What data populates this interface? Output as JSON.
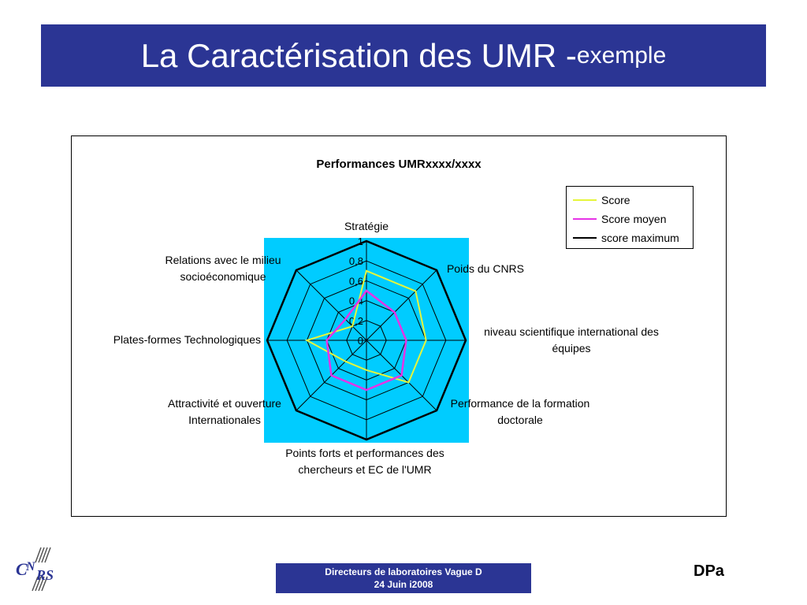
{
  "slide": {
    "title_main": "La Caractérisation des UMR - ",
    "title_sub": "exemple",
    "footer_line1": "Directeurs de laboratoires Vague D",
    "footer_line2": "24 Juin i2008",
    "footer_right": "DPa",
    "logo_text": "CNRS"
  },
  "colors": {
    "title_bar": "#2b3594",
    "plot_bg": "#00ccff",
    "score": "#e6f53b",
    "score_moyen": "#e633e6",
    "score_maximum": "#000000"
  },
  "chart_data": {
    "type": "radar",
    "title": "Performances UMRxxxx/xxxx",
    "axes": [
      "Stratégie",
      "Poids du CNRS",
      "niveau scientifique international des équipes",
      "Performance de la formation doctorale",
      "Points forts et performances des chercheurs et EC de l'UMR",
      "Attractivité et ouverture Internationales",
      "Plates-formes Technologiques",
      "Relations avec le milieu socioéconomique"
    ],
    "axis_label_lines": [
      [
        "Stratégie"
      ],
      [
        "Poids du CNRS"
      ],
      [
        "niveau scientifique international des",
        "équipes"
      ],
      [
        "Performance de la formation",
        "doctorale"
      ],
      [
        "Points forts et performances des",
        "chercheurs et EC de l'UMR"
      ],
      [
        "Attractivité et ouverture",
        "Internationales"
      ],
      [
        "Plates-formes Technologiques"
      ],
      [
        "Relations avec le milieu",
        "socioéconomique"
      ]
    ],
    "ticks": [
      "0",
      "0,2",
      "0,4",
      "0,6",
      "0,8",
      "1"
    ],
    "range": [
      0,
      1
    ],
    "grid": true,
    "legend_position": "top-right",
    "series": [
      {
        "name": "Score",
        "values": [
          0.7,
          0.7,
          0.6,
          0.6,
          0.3,
          0.3,
          0.6,
          0.2
        ]
      },
      {
        "name": "Score moyen",
        "values": [
          0.5,
          0.4,
          0.4,
          0.5,
          0.5,
          0.5,
          0.4,
          0.3
        ]
      },
      {
        "name": "score maximum",
        "values": [
          1,
          1,
          1,
          1,
          1,
          1,
          1,
          1
        ]
      }
    ]
  }
}
